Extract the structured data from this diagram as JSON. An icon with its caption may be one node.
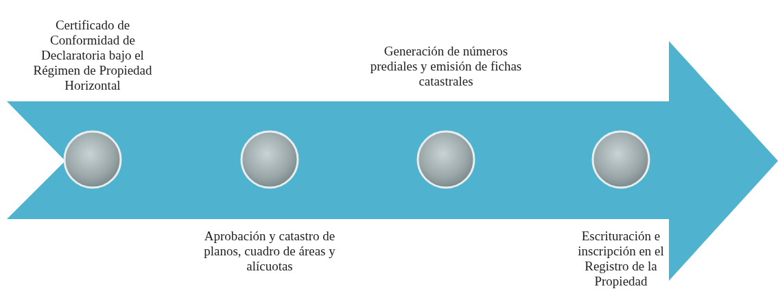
{
  "diagram": {
    "nodes": [
      {
        "text": [],
        "shape": "circle",
        "beside": [
          "Certificado de Conformidad de Declaratoria bajo el Régimen de Propiedad Horizontal"
        ]
      },
      {
        "text": [],
        "shape": "circle",
        "beside": [
          "Aprobación y catastro de planos, cuadro de áreas y alícuotas"
        ]
      },
      {
        "text": [],
        "shape": "circle",
        "beside": [
          "Generación de números prediales y emisión de fichas catastrales"
        ]
      },
      {
        "text": [],
        "shape": "circle",
        "beside": [
          "Escrituración e inscripción en el Registro de la Propiedad"
        ]
      }
    ]
  }
}
